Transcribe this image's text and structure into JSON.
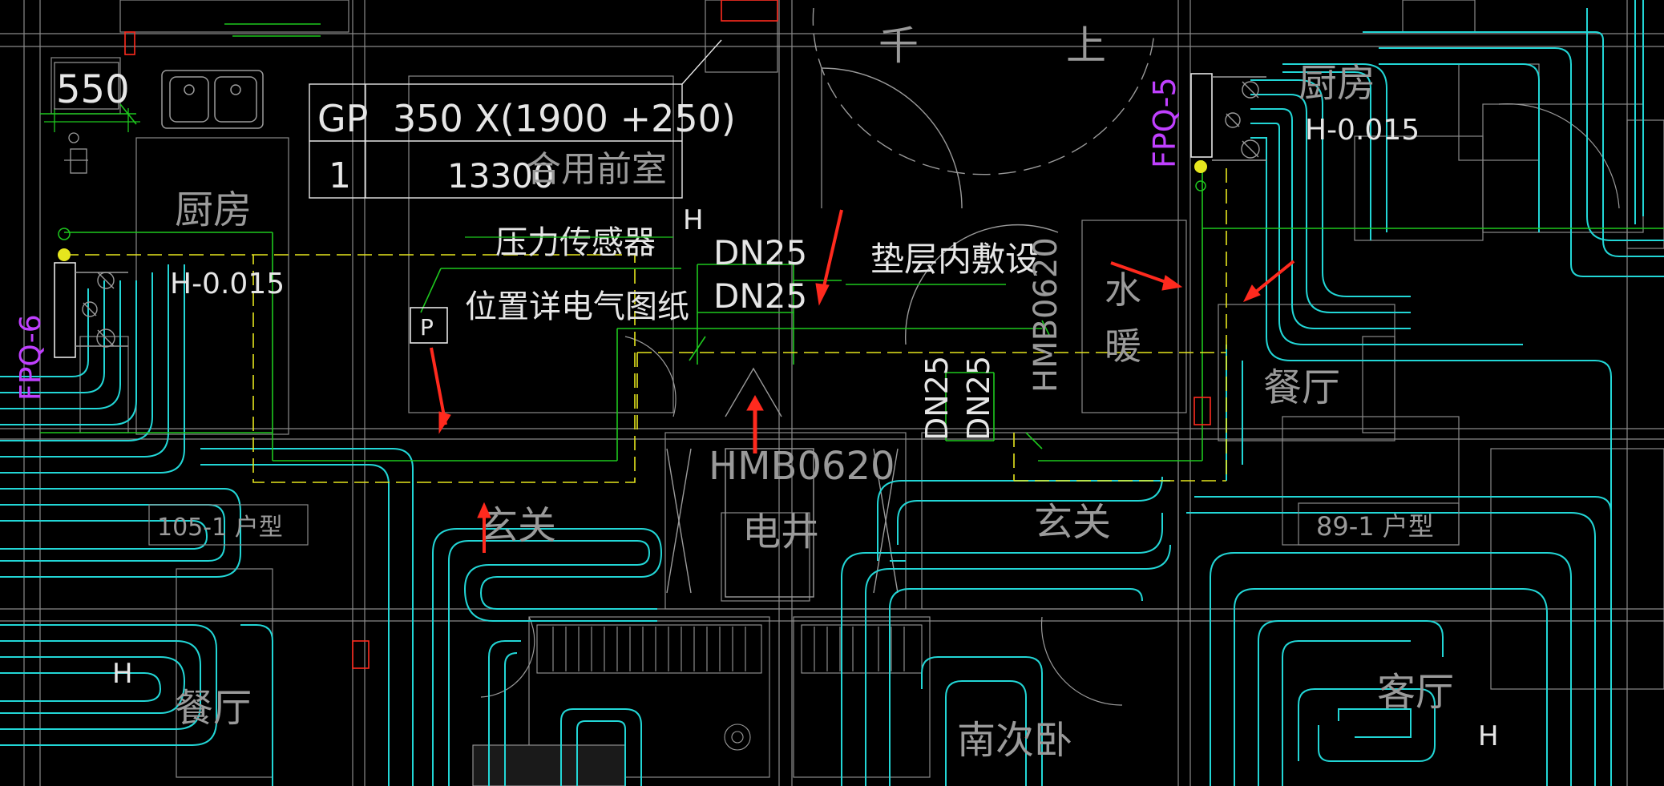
{
  "labels": {
    "dim_550": "550",
    "tbl_gp": "GP",
    "tbl_size": "350 X(1900 +250)",
    "tbl_1": "1",
    "tbl_len": "13300",
    "tbl_room": "合用前室",
    "pressure_sensor": "压力传感器",
    "see_elec": "位置详电气图纸",
    "p_box": "P",
    "h_mark": "H",
    "dn25_a": "DN25",
    "dn25_b": "DN25",
    "dn25_c": "DN25",
    "dn25_d": "DN25",
    "hmb_vert": "HMB0620",
    "hmb_bottom": "HMB0620",
    "in_cushion": "垫层内敷设",
    "water": "水",
    "heating": "暖",
    "elec_shaft": "电井",
    "hall_left": "玄关",
    "hall_right": "玄关",
    "kitchen_left": "厨房",
    "kitchen_right": "厨房",
    "h_left": "H-0.015",
    "h_right": "H-0.015",
    "fpq_left": "FPQ-6",
    "fpq_right": "FPQ-5",
    "dining_right": "餐厅",
    "dining_left": "餐厅",
    "unit_left": "105-1 户型",
    "unit_right": "89-1 户型",
    "bedroom": "南次卧",
    "living": "客厅",
    "top_1": "千",
    "top_2": "上",
    "h_small_left": "H",
    "h_small_right": "H"
  },
  "colors": {
    "background": "#000000",
    "white_line": "#e6e6e6",
    "grey_line": "#8a8a8a",
    "green": "#1ec81e",
    "cyan": "#22d6d6",
    "yellow": "#e6e61e",
    "magenta": "#c040ff",
    "red": "#ff2a1e"
  },
  "icons": [
    "pressure-sensor-icon",
    "manifold-icon",
    "red-arrow-icon",
    "sink-icon",
    "valve-icon"
  ]
}
